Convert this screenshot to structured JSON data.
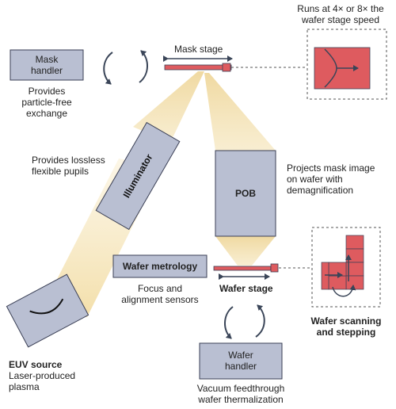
{
  "mask_handler": {
    "label_line1": "Mask",
    "label_line2": "handler",
    "caption_line1": "Provides",
    "caption_line2": "particle-free",
    "caption_line3": "exchange"
  },
  "mask_stage": {
    "label": "Mask stage"
  },
  "stage_speed": {
    "caption_line1": "Runs at 4× or 8× the",
    "caption_line2": "wafer stage speed"
  },
  "illuminator": {
    "label": "Illuminator",
    "caption_line1": "Provides lossless",
    "caption_line2": "flexible pupils"
  },
  "pob": {
    "label": "POB",
    "caption_line1": "Projects mask image",
    "caption_line2": "on wafer with",
    "caption_line3": "demagnification"
  },
  "wafer_metrology": {
    "label": "Wafer metrology",
    "caption_line1": "Focus and",
    "caption_line2": "alignment sensors"
  },
  "wafer_stage": {
    "label": "Wafer stage"
  },
  "wafer_scanning": {
    "label_line1": "Wafer scanning",
    "label_line2": "and stepping"
  },
  "euv_source": {
    "title": "EUV source",
    "caption_line1": "Laser-produced",
    "caption_line2": "plasma"
  },
  "wafer_handler": {
    "label_line1": "Wafer",
    "label_line2": "handler",
    "caption_line1": "Vacuum feedthrough",
    "caption_line2": "wafer thermalization"
  },
  "colors": {
    "box_fill": "#b9bfd2",
    "box_stroke": "#3a3f55",
    "stage_red": "#de5b5f",
    "arrow": "#3a4558",
    "beam": "#f1d9a0"
  }
}
